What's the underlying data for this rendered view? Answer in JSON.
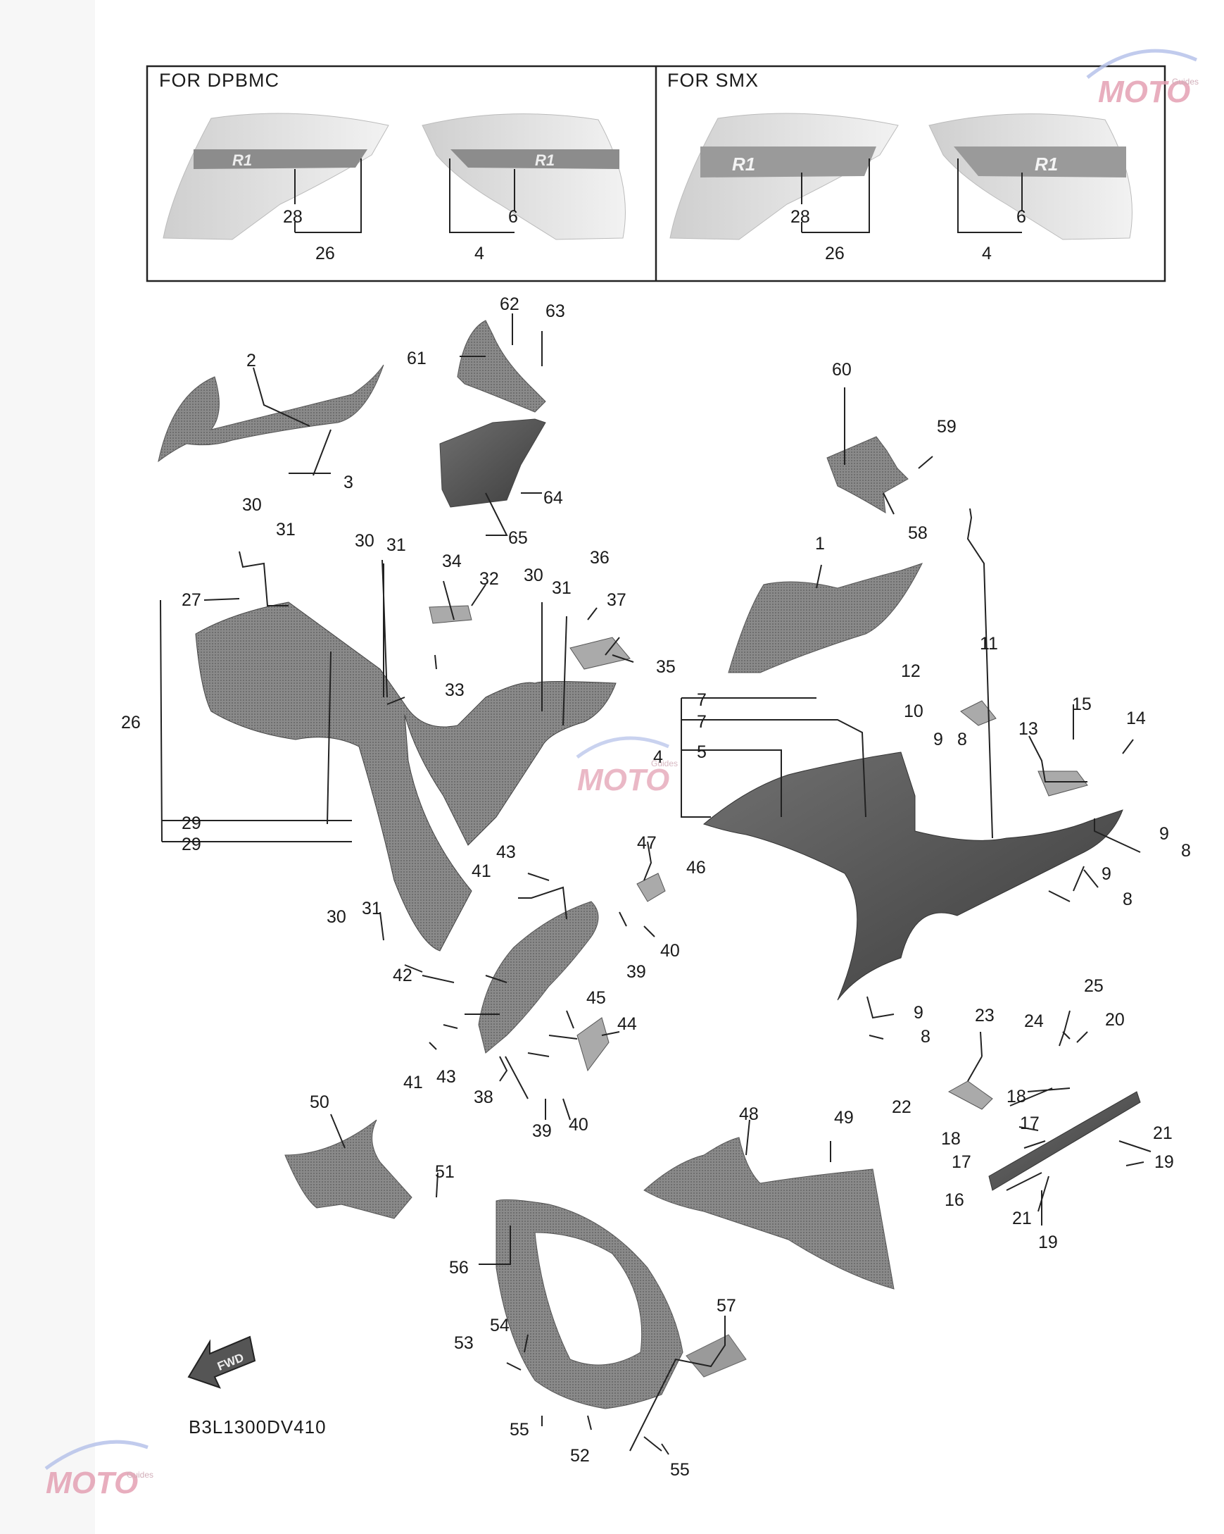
{
  "inset": {
    "left_header": "FOR DPBMC",
    "right_header": "FOR SMX"
  },
  "diagram_code": "B3L1300DV410",
  "fwd_arrow_label": "FWD",
  "watermark": {
    "brand": "MOTO",
    "sub": "Guides"
  },
  "callouts": [
    {
      "id": "c28a",
      "text": "28"
    },
    {
      "id": "c26a",
      "text": "26"
    },
    {
      "id": "c6a",
      "text": "6"
    },
    {
      "id": "c4a",
      "text": "4"
    },
    {
      "id": "c28b",
      "text": "28"
    },
    {
      "id": "c26b",
      "text": "26"
    },
    {
      "id": "c6b",
      "text": "6"
    },
    {
      "id": "c4b",
      "text": "4"
    },
    {
      "id": "c62",
      "text": "62"
    },
    {
      "id": "c63",
      "text": "63"
    },
    {
      "id": "c61",
      "text": "61"
    },
    {
      "id": "c2",
      "text": "2"
    },
    {
      "id": "c3",
      "text": "3"
    },
    {
      "id": "c64",
      "text": "64"
    },
    {
      "id": "c65",
      "text": "65"
    },
    {
      "id": "c60",
      "text": "60"
    },
    {
      "id": "c59",
      "text": "59"
    },
    {
      "id": "c58",
      "text": "58"
    },
    {
      "id": "c30a",
      "text": "30"
    },
    {
      "id": "c31a",
      "text": "31"
    },
    {
      "id": "c30b",
      "text": "30"
    },
    {
      "id": "c31b",
      "text": "31"
    },
    {
      "id": "c34",
      "text": "34"
    },
    {
      "id": "c32",
      "text": "32"
    },
    {
      "id": "c30c",
      "text": "30"
    },
    {
      "id": "c31c",
      "text": "31"
    },
    {
      "id": "c36",
      "text": "36"
    },
    {
      "id": "c37",
      "text": "37"
    },
    {
      "id": "c35",
      "text": "35"
    },
    {
      "id": "c33",
      "text": "33"
    },
    {
      "id": "c27",
      "text": "27"
    },
    {
      "id": "c26c",
      "text": "26"
    },
    {
      "id": "c29a",
      "text": "29"
    },
    {
      "id": "c29b",
      "text": "29"
    },
    {
      "id": "c1",
      "text": "1"
    },
    {
      "id": "c11",
      "text": "11"
    },
    {
      "id": "c12",
      "text": "12"
    },
    {
      "id": "c10",
      "text": "10"
    },
    {
      "id": "c7a",
      "text": "7"
    },
    {
      "id": "c7b",
      "text": "7"
    },
    {
      "id": "c5",
      "text": "5"
    },
    {
      "id": "c4c",
      "text": "4"
    },
    {
      "id": "c9a",
      "text": "9"
    },
    {
      "id": "c8a",
      "text": "8"
    },
    {
      "id": "c13",
      "text": "13"
    },
    {
      "id": "c15",
      "text": "15"
    },
    {
      "id": "c14",
      "text": "14"
    },
    {
      "id": "c9b",
      "text": "9"
    },
    {
      "id": "c8b",
      "text": "8"
    },
    {
      "id": "c9c",
      "text": "9"
    },
    {
      "id": "c8c",
      "text": "8"
    },
    {
      "id": "c9d",
      "text": "9"
    },
    {
      "id": "c8d",
      "text": "8"
    },
    {
      "id": "c47",
      "text": "47"
    },
    {
      "id": "c46",
      "text": "46"
    },
    {
      "id": "c43a",
      "text": "43"
    },
    {
      "id": "c41a",
      "text": "41"
    },
    {
      "id": "c39a",
      "text": "39"
    },
    {
      "id": "c40a",
      "text": "40"
    },
    {
      "id": "c30d",
      "text": "30"
    },
    {
      "id": "c31d",
      "text": "31"
    },
    {
      "id": "c42",
      "text": "42"
    },
    {
      "id": "c45",
      "text": "45"
    },
    {
      "id": "c44",
      "text": "44"
    },
    {
      "id": "c41b",
      "text": "41"
    },
    {
      "id": "c43b",
      "text": "43"
    },
    {
      "id": "c38",
      "text": "38"
    },
    {
      "id": "c39b",
      "text": "39"
    },
    {
      "id": "c40b",
      "text": "40"
    },
    {
      "id": "c23",
      "text": "23"
    },
    {
      "id": "c24",
      "text": "24"
    },
    {
      "id": "c25",
      "text": "25"
    },
    {
      "id": "c20",
      "text": "20"
    },
    {
      "id": "c22",
      "text": "22"
    },
    {
      "id": "c18a",
      "text": "18"
    },
    {
      "id": "c17a",
      "text": "17"
    },
    {
      "id": "c18b",
      "text": "18"
    },
    {
      "id": "c17b",
      "text": "17"
    },
    {
      "id": "c21a",
      "text": "21"
    },
    {
      "id": "c19a",
      "text": "19"
    },
    {
      "id": "c16",
      "text": "16"
    },
    {
      "id": "c21b",
      "text": "21"
    },
    {
      "id": "c19b",
      "text": "19"
    },
    {
      "id": "c50",
      "text": "50"
    },
    {
      "id": "c51",
      "text": "51"
    },
    {
      "id": "c48",
      "text": "48"
    },
    {
      "id": "c49",
      "text": "49"
    },
    {
      "id": "c56",
      "text": "56"
    },
    {
      "id": "c57",
      "text": "57"
    },
    {
      "id": "c54",
      "text": "54"
    },
    {
      "id": "c53",
      "text": "53"
    },
    {
      "id": "c55a",
      "text": "55"
    },
    {
      "id": "c52",
      "text": "52"
    },
    {
      "id": "c55b",
      "text": "55"
    }
  ]
}
